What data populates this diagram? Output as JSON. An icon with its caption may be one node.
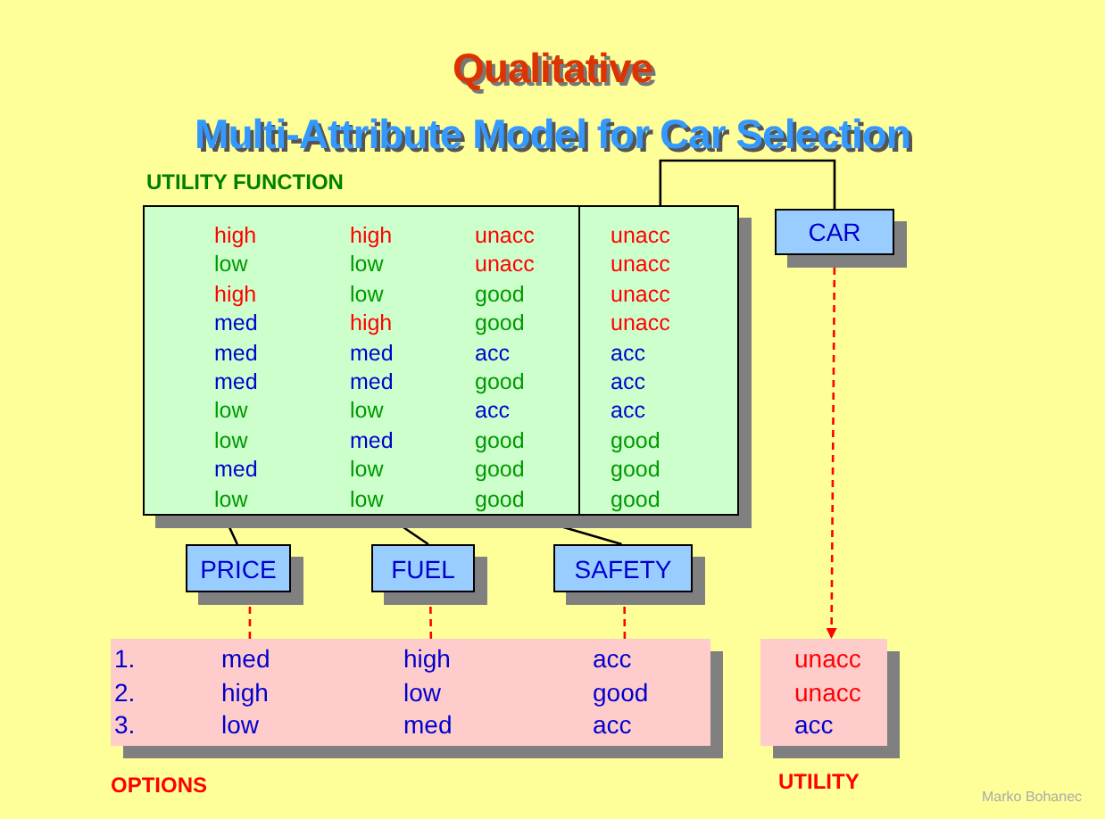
{
  "diagram": {
    "title": "Qualitative Multi-Attribute Model for Car Selection",
    "nodes": [
      {
        "text": [
          "UTILITY FUNCTION",
          "high",
          "high",
          "unacc",
          "unacc",
          "low",
          "low",
          "unacc",
          "unacc",
          "high",
          "low",
          "good",
          "unacc",
          "med",
          "high",
          "good",
          "unacc",
          "med",
          "med",
          "acc",
          "acc",
          "med",
          "med",
          "good",
          "acc",
          "low",
          "low",
          "acc",
          "acc",
          "low",
          "med",
          "good",
          "good",
          "med",
          "low",
          "good",
          "good",
          "low",
          "low",
          "good",
          "good"
        ]
      },
      {
        "text": [
          "CAR"
        ]
      },
      {
        "text": [
          "PRICE"
        ]
      },
      {
        "text": [
          "FUEL"
        ]
      },
      {
        "text": [
          "SAFETY"
        ]
      },
      {
        "text": [
          "1.",
          "med",
          "high",
          "acc",
          "2.",
          "high",
          "low",
          "good",
          "3.",
          "low",
          "med",
          "acc",
          "OPTIONS"
        ]
      },
      {
        "text": [
          "unacc",
          "unacc",
          "acc",
          "UTILITY"
        ]
      }
    ],
    "edges": [
      {
        "from": 1,
        "to": 0,
        "arrow": "none"
      },
      {
        "from": 2,
        "to": 0,
        "arrow": "none"
      },
      {
        "from": 3,
        "to": 0,
        "arrow": "none"
      },
      {
        "from": 4,
        "to": 0,
        "arrow": "none"
      },
      {
        "from": 5,
        "to": 2,
        "arrow": "to",
        "style": "dashed",
        "color": "#ff0000"
      },
      {
        "from": 5,
        "to": 3,
        "arrow": "to",
        "style": "dashed",
        "color": "#ff0000"
      },
      {
        "from": 5,
        "to": 4,
        "arrow": "to",
        "style": "dashed",
        "color": "#ff0000"
      },
      {
        "from": 1,
        "to": 6,
        "arrow": "to",
        "style": "dashed",
        "color": "#ff0000"
      }
    ],
    "labels": [
      "Marko Bohanec"
    ]
  }
}
